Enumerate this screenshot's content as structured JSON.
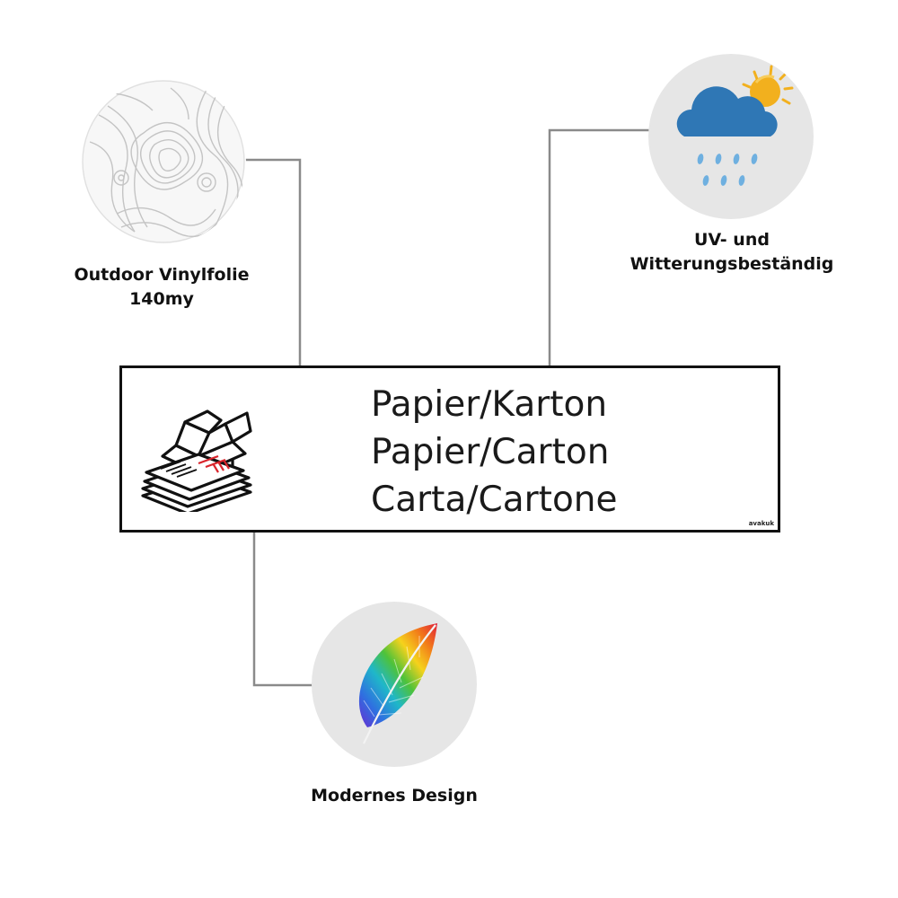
{
  "features": [
    {
      "label_lines": [
        "Outdoor Vinylfolie",
        "140my"
      ],
      "icon": "topographic-texture-icon"
    },
    {
      "label_lines": [
        "UV- und",
        "Witterungsbeständig"
      ],
      "icon": "rain-cloud-sun-icon"
    },
    {
      "label_lines": [
        "Modernes Design"
      ],
      "icon": "rainbow-feather-icon"
    }
  ],
  "sign": {
    "lines": [
      "Papier/Karton",
      "Papier/Carton",
      "Carta/Cartone"
    ],
    "icon": "paper-cardboard-icon",
    "brand": "avakuk"
  },
  "colors": {
    "connector": "#8a8a8a",
    "circle_bg": "#e6e6e6",
    "cloud": "#2f77b5",
    "rain": "#6fb0e0",
    "sun": "#f2b01e",
    "accent_red": "#d9242b"
  }
}
